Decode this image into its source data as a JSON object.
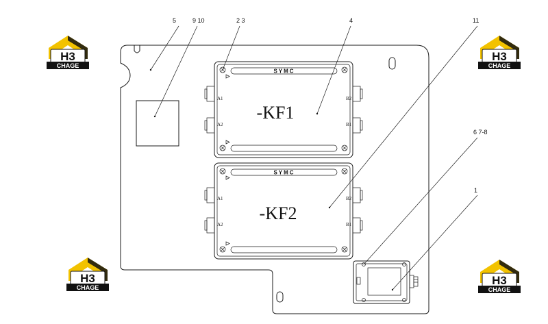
{
  "callouts": {
    "c5": "5",
    "c910": "9 10",
    "c23": "2 3",
    "c4": "4",
    "c11": "11",
    "c678": "6 7-8",
    "c1": "1"
  },
  "relay_kf1": {
    "brand": "SYMC",
    "label": "-KF1",
    "t_a1": "A1",
    "t_a2": "A2",
    "t_b2": "B2",
    "t_b1": "B1"
  },
  "relay_kf2": {
    "brand": "SYMC",
    "label": "-KF2",
    "t_a1": "A1",
    "t_a2": "A2",
    "t_b2": "B2",
    "t_b1": "B1"
  },
  "watermark": {
    "mark": "H3",
    "text": "CHAGE",
    "colors": {
      "yellow": "#f2c200",
      "black": "#111111",
      "white": "#ffffff"
    }
  }
}
